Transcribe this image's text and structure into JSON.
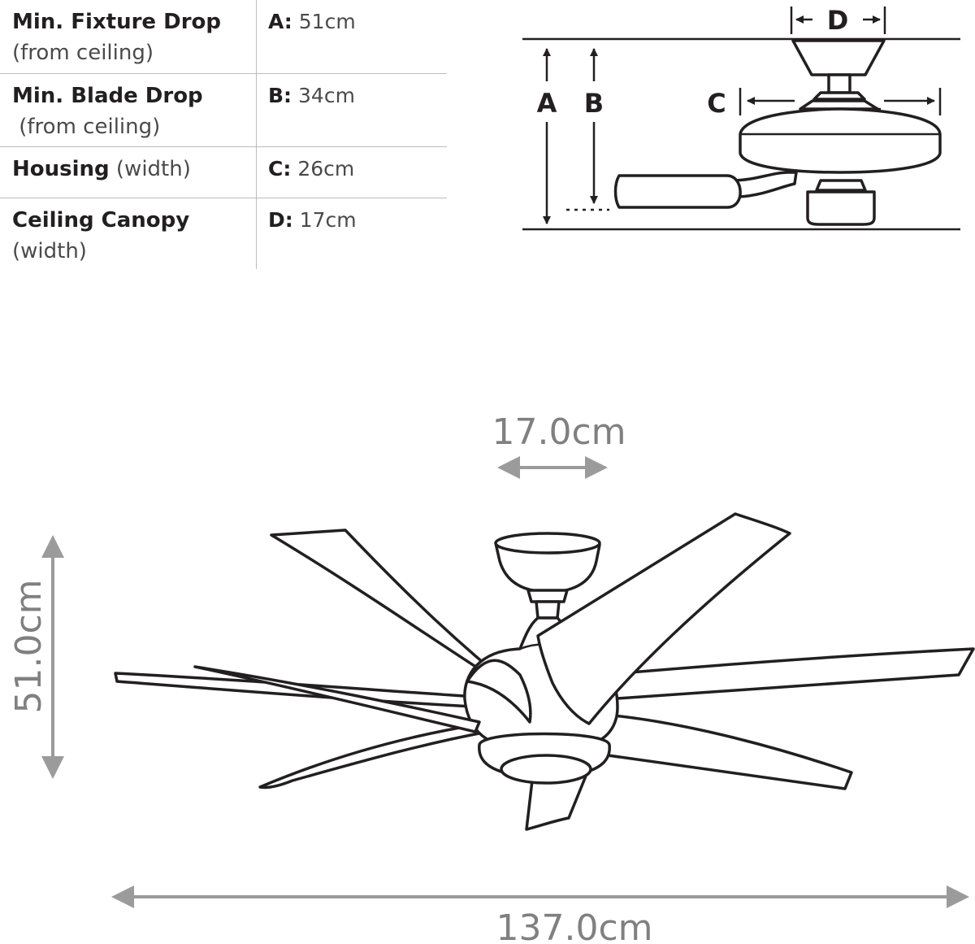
{
  "spec_table": {
    "rows": [
      {
        "name": "Min. Fixture Drop",
        "note": "(from ceiling)",
        "key": "A:",
        "value": "51cm"
      },
      {
        "name": "Min. Blade Drop",
        "note": " (from ceiling)",
        "key": "B:",
        "value": "34cm"
      },
      {
        "name": "Housing",
        "note": "(width)",
        "key": "C:",
        "value": "26cm"
      },
      {
        "name": "Ceiling Canopy",
        "note": "(width)",
        "key": "D:",
        "value": "17cm"
      }
    ]
  },
  "side_diagram": {
    "labels": {
      "a": "A",
      "b": "B",
      "c": "C",
      "d": "D"
    }
  },
  "front_diagram": {
    "canopy_width": "17.0cm",
    "height": "51.0cm",
    "span": "137.0cm"
  },
  "colors": {
    "line": "#231f20",
    "dimension_grey": "#9b9b9b",
    "divider": "#bdbdbd"
  }
}
